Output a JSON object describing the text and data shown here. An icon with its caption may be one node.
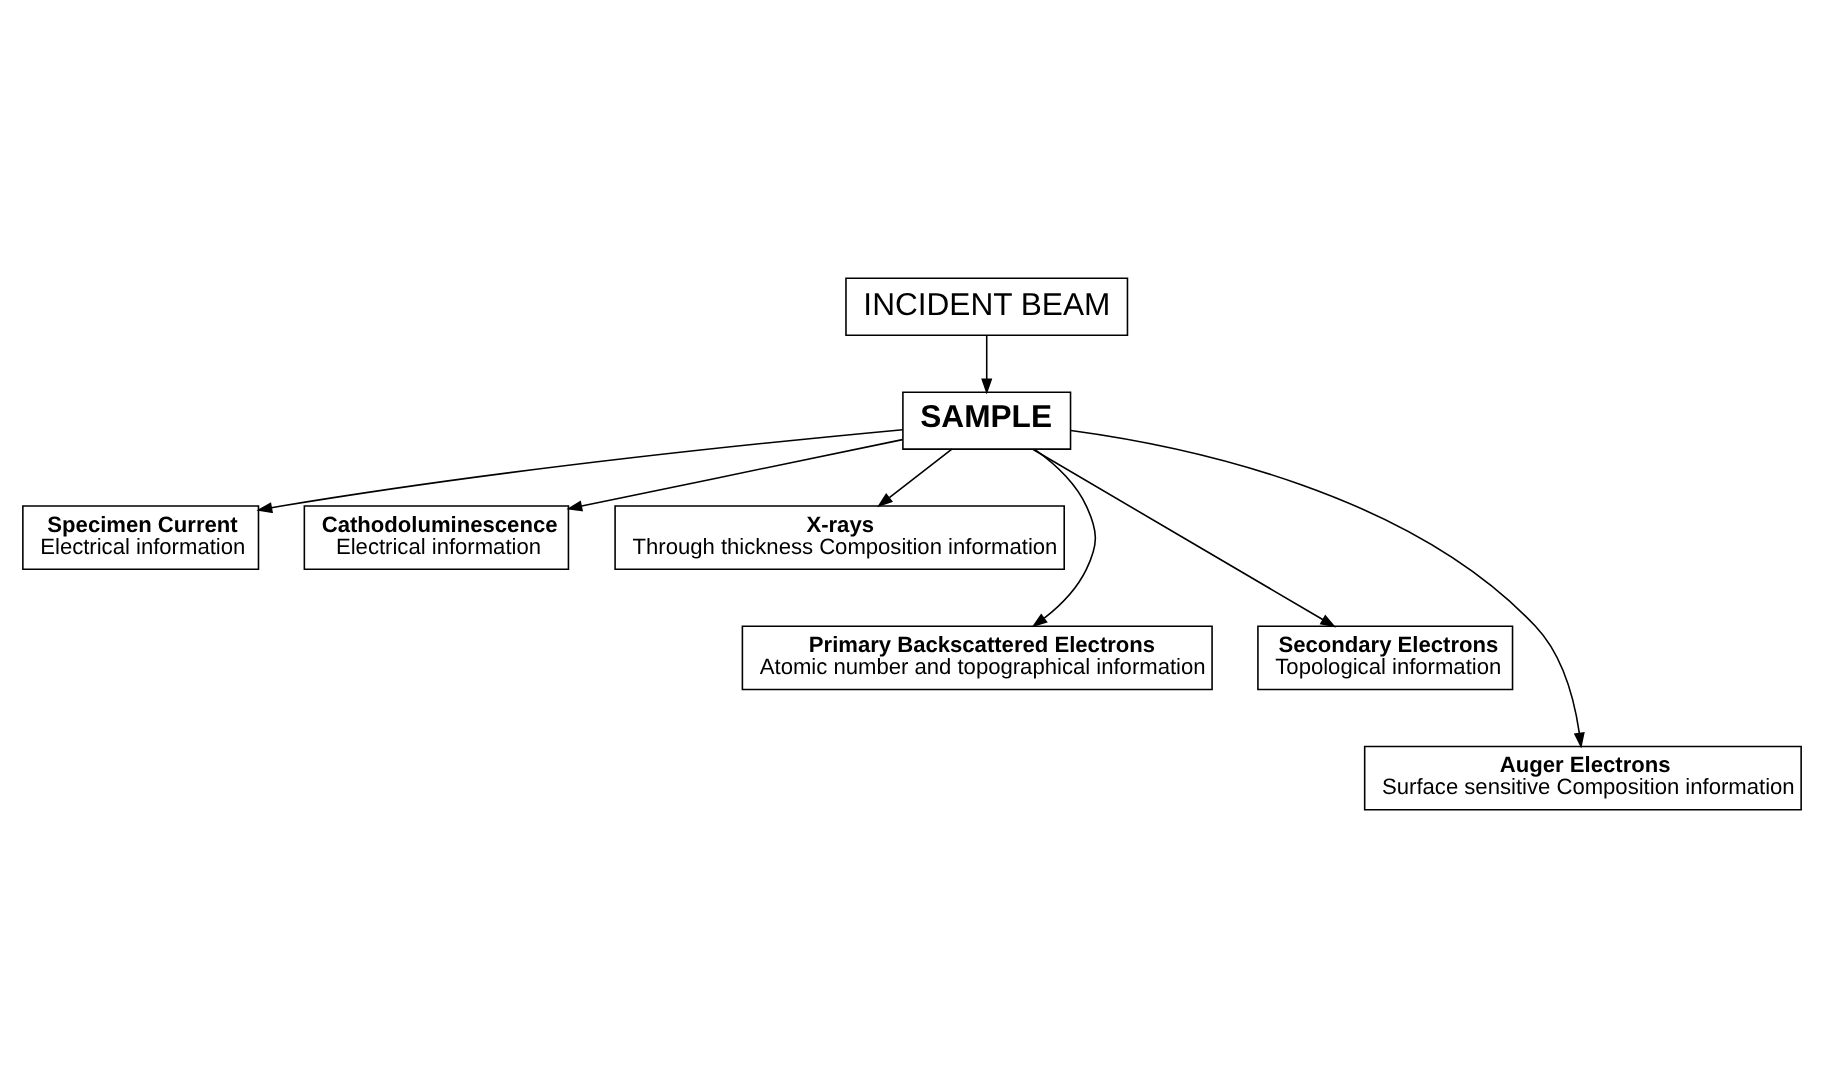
{
  "diagram": {
    "nodes": [
      {
        "text": [
          "INCIDENT BEAM"
        ]
      },
      {
        "text": [
          "SAMPLE"
        ]
      },
      {
        "text": [
          "Specimen Current",
          "Electrical information"
        ]
      },
      {
        "text": [
          "Cathodoluminescence",
          "Electrical information"
        ]
      },
      {
        "text": [
          "X-rays",
          "Through thickness Composition information"
        ]
      },
      {
        "text": [
          "Primary Backscattered Electrons",
          "Atomic number and topographical information"
        ]
      },
      {
        "text": [
          "Secondary Electrons",
          "Topological information"
        ]
      },
      {
        "text": [
          "Auger Electrons",
          "Surface sensitive Composition information"
        ]
      }
    ],
    "edges": [
      {
        "from": 0,
        "to": 1,
        "arrow": "to"
      },
      {
        "from": 1,
        "to": 2,
        "arrow": "to"
      },
      {
        "from": 1,
        "to": 3,
        "arrow": "to"
      },
      {
        "from": 1,
        "to": 5,
        "arrow": "to"
      },
      {
        "from": 1,
        "to": 7,
        "arrow": "to"
      },
      {
        "from": 1,
        "to": 6,
        "arrow": "to"
      },
      {
        "from": 1,
        "to": 4,
        "arrow": "to"
      }
    ]
  }
}
